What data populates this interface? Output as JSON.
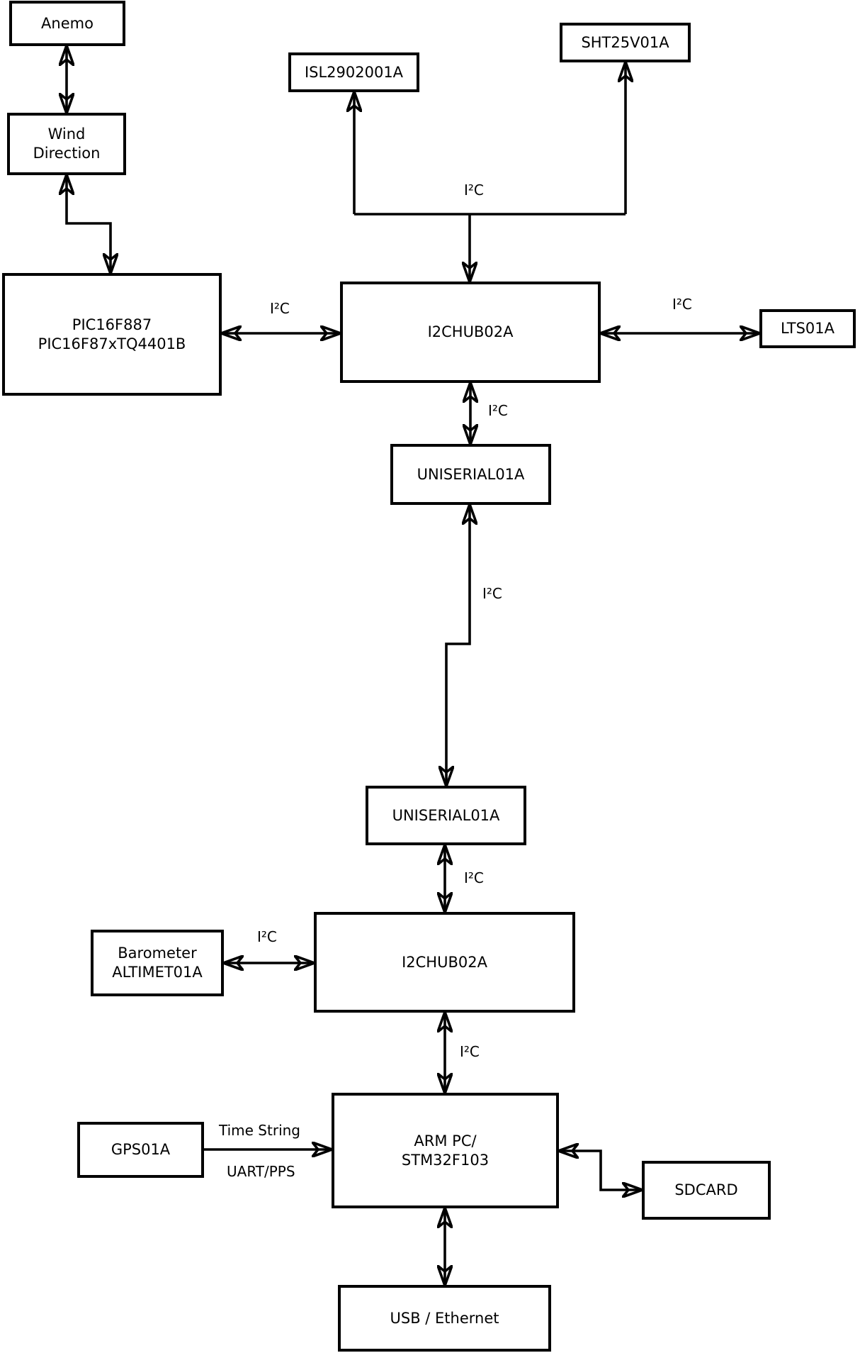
{
  "diagram": {
    "colors": {
      "line": "#000000",
      "background": "#ffffff",
      "box_fill": "#ffffff"
    },
    "nodes": {
      "anemo": "Anemo",
      "wind_direction": "Wind\nDirection",
      "pic": "PIC16F887\nPIC16F87xTQ4401B",
      "isl": "ISL2902001A",
      "sht": "SHT25V01A",
      "hub1": "I2CHUB02A",
      "lts": "LTS01A",
      "uni1": "UNISERIAL01A",
      "uni2": "UNISERIAL01A",
      "hub2": "I2CHUB02A",
      "baro": "Barometer\nALTIMET01A",
      "arm": "ARM PC/\nSTM32F103",
      "gps": "GPS01A",
      "sdcard": "SDCARD",
      "usb": "USB / Ethernet"
    },
    "edge_labels": {
      "bus_top": "I²C",
      "pic_hub1": "I²C",
      "hub1_lts": "I²C",
      "hub1_uni1": "I²C",
      "uni1_uni2": "I²C",
      "uni2_hub2": "I²C",
      "baro_hub2": "I²C",
      "hub2_arm": "I²C",
      "gps_arm_top": "Time String",
      "gps_arm_bottom": "UART/PPS"
    }
  }
}
